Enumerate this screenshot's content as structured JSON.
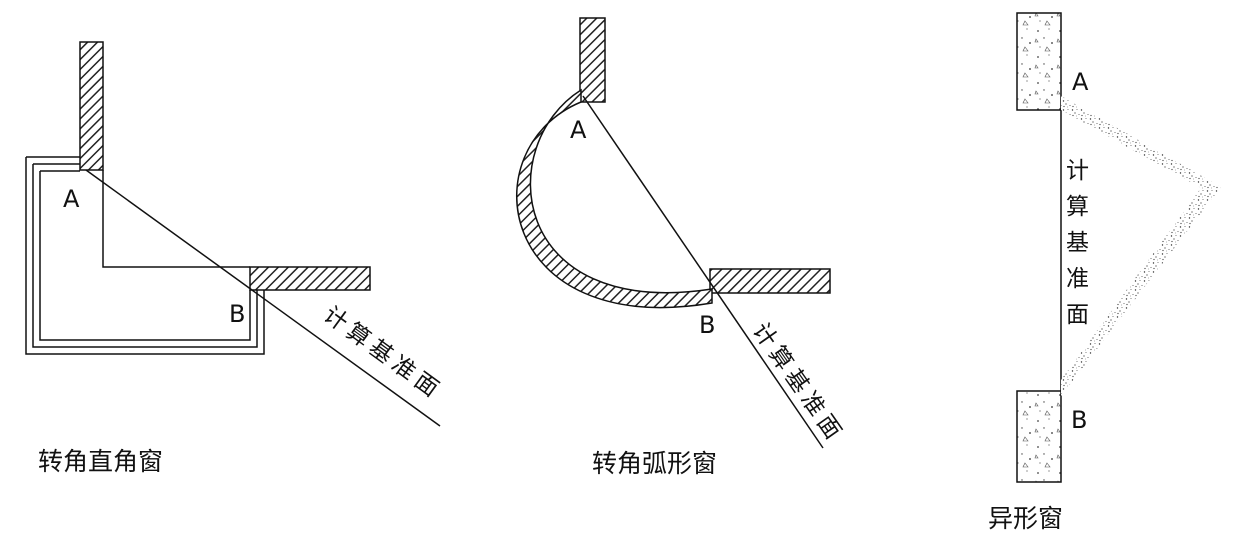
{
  "diagrams": [
    {
      "caption": "转角直角窗",
      "point_a": "A",
      "point_b": "B",
      "reference_label": [
        "计",
        "算",
        "基",
        "准",
        "面"
      ]
    },
    {
      "caption": "转角弧形窗",
      "point_a": "A",
      "point_b": "B",
      "reference_label": [
        "计",
        "算",
        "基",
        "准",
        "面"
      ]
    },
    {
      "caption": "异形窗",
      "point_a": "A",
      "point_b": "B",
      "reference_label": [
        "计",
        "算",
        "基",
        "准",
        "面"
      ]
    }
  ]
}
